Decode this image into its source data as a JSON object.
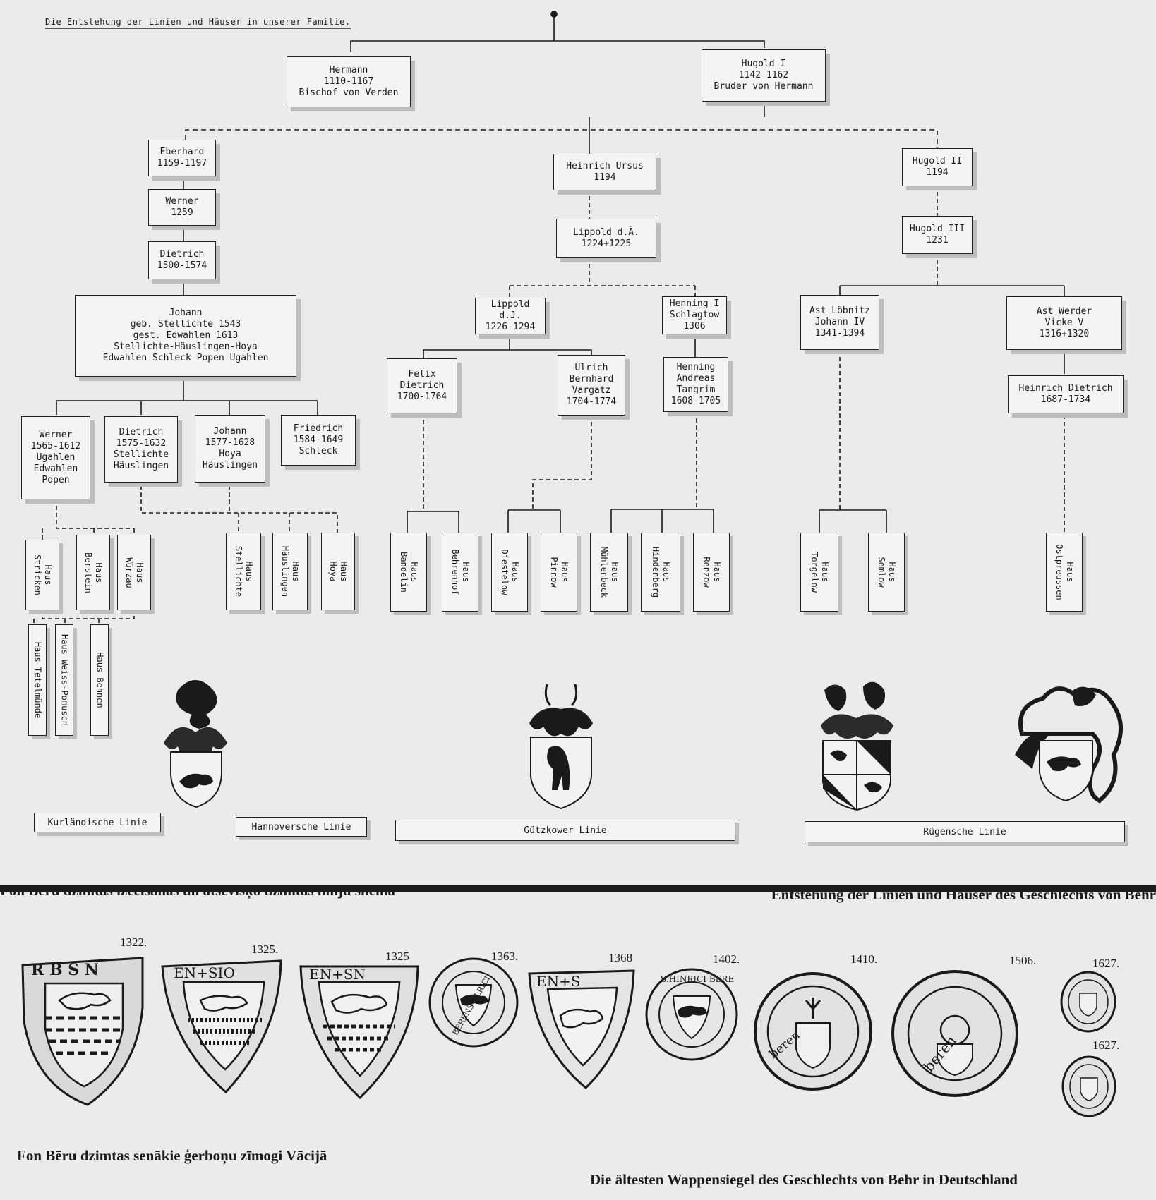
{
  "diagram": {
    "title": "Die Entstehung der Linien und Häuser in unserer Familie.",
    "nodes": {
      "hermann": "Hermann\n1110-1167\nBischof von Verden",
      "hugold1": "Hugold I\n1142-1162\nBruder von Hermann",
      "eberhard": "Eberhard\n1159-1197",
      "werner": "Werner\n1259",
      "dietrich": "Dietrich\n1500-1574",
      "johann": "Johann\ngeb. Stellichte 1543\ngest. Edwahlen 1613\nStellichte-Häuslingen-Hoya\nEdwahlen-Schleck-Popen-Ugahlen",
      "heinrich_ursus": "Heinrich Ursus\n1194",
      "lippold_da": "Lippold d.Ä.\n1224+1225",
      "lippold_dj": "Lippold d.J.\n1226-1294",
      "henning1": "Henning I\nSchlagtow\n1306",
      "felix": "Felix\nDietrich\n1700-1764",
      "ulrich": "Ulrich\nBernhard\nVargatz\n1704-1774",
      "henning_andreas": "Henning\nAndreas\nTangrim\n1608-1705",
      "hugold2": "Hugold II\n1194",
      "hugold3": "Hugold III\n1231",
      "ast_loebnitz": "Ast Löbnitz\nJohann IV\n1341-1394",
      "ast_werder": "Ast Werder\nVicke V\n1316+1320",
      "heinrich_dietrich": "Heinrich Dietrich\n1687-1734",
      "werner2": "Werner\n1565-1612\nUgahlen\nEdwahlen\nPopen",
      "dietrich2": "Dietrich\n1575-1632\nStellichte\nHäuslingen",
      "johann2": "Johann\n1577-1628\nHoya\nHäuslingen",
      "friedrich": "Friedrich\n1584-1649\nSchleck"
    },
    "houses": {
      "stricken": "Haus\nStricken",
      "berstein": "Haus\nBerstein",
      "wurzau": "Haus\nWürzau",
      "stellichte": "Haus\nStellichte",
      "haeuslingen": "Haus\nHäuslingen",
      "hoya": "Haus\nHoya",
      "bandelin": "Haus\nBandelin",
      "behrenhof": "Haus\nBehrenhof",
      "diestelow": "Haus\nDiestelow",
      "pinnow": "Haus\nPinnow",
      "muehlenbeck": "Haus\nMühlenbeck",
      "hindenberg": "Haus\nHindenberg",
      "renzow": "Haus\nRenzow",
      "torgelow": "Haus\nTorgelow",
      "semlow": "Haus\nSemlow",
      "ostpreussen": "Haus\nOstpreussen",
      "tetelmuende": "Haus Tetelmünde",
      "weiss_pomusch": "Haus Weiss-Pomusch",
      "behnen": "Haus Behnen"
    },
    "lines": {
      "kurland": "Kurländische Linie",
      "hannover": "Hannoversche Linie",
      "guetzkow": "Gützkower Linie",
      "ruegen": "Rügensche Linie"
    }
  },
  "captions": {
    "scheme_lv": "Fon Bēru dzimtas izcelšanās un atsevišķo dzimtas līniju shēma",
    "scheme_de": "Entstehung der Linien und Häuser des Geschlechts von Behr",
    "seals_lv": "Fon Bēru dzimtas senākie ģerboņu zīmogi  Vācijā",
    "seals_de": "Die ältesten Wappensiegel des Geschlechts von Behr in Deutschland"
  },
  "seals": {
    "years": [
      "1322.",
      "1325.",
      "1325",
      "1363.",
      "1368",
      "1402.",
      "1410.",
      "1506.",
      "1627.",
      "1627."
    ],
    "legends": [
      "R B S N",
      "EN+SIO",
      "EN+SN",
      "BERENS OLRICI",
      "EN+S",
      "S.HINRICI BERE",
      "beren",
      "beren",
      ""
    ]
  },
  "colors": {
    "paper": "#ebebeb",
    "ink": "#1a1a1a",
    "shadow": "#bdbdbd"
  }
}
